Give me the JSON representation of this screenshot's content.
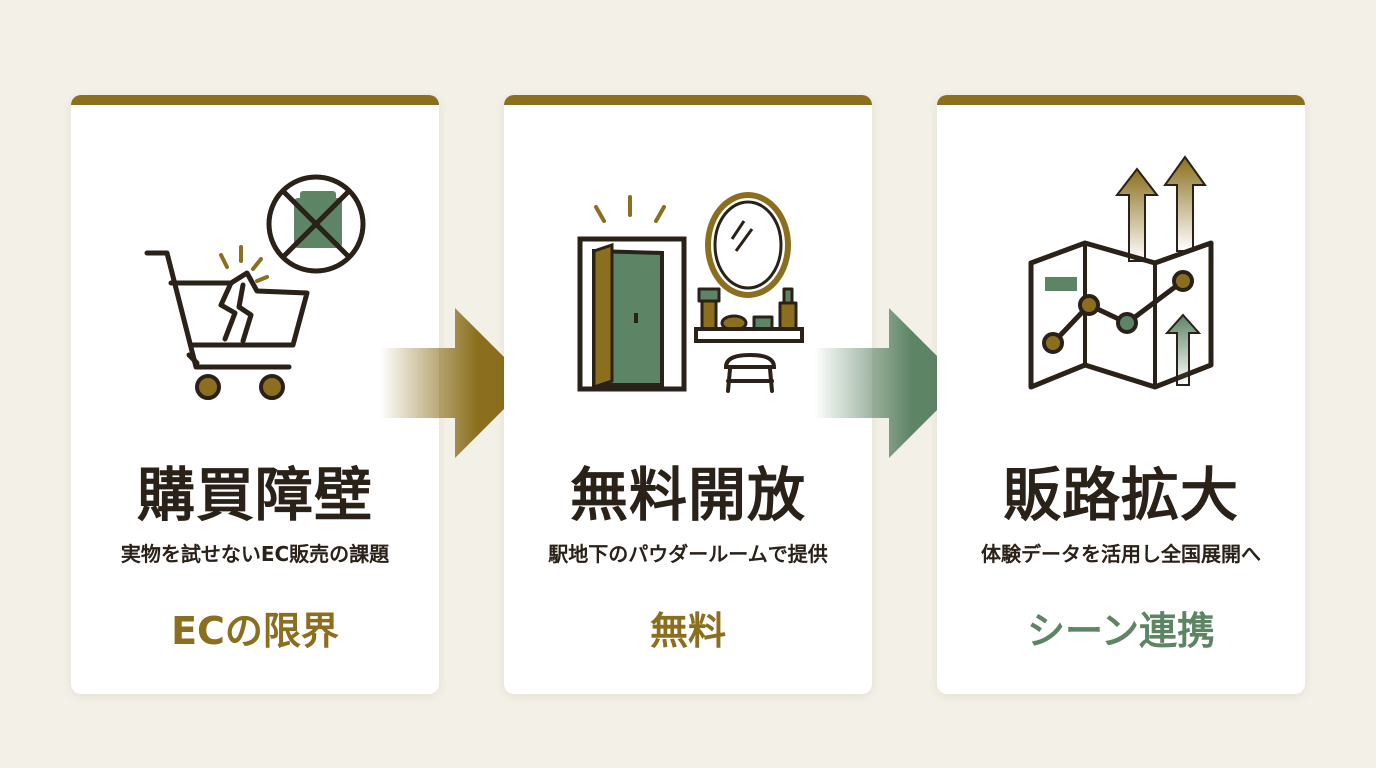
{
  "steps": [
    {
      "title": "購買障壁",
      "subtitle": "実物を試せないEC販売の課題",
      "tag": "ECの限界",
      "tag_color": "#8b6f1e",
      "icon": "broken-cart-icon"
    },
    {
      "title": "無料開放",
      "subtitle": "駅地下のパウダールームで提供",
      "tag": "無料",
      "tag_color": "#8b6f1e",
      "icon": "powder-room-icon"
    },
    {
      "title": "販路拡大",
      "subtitle": "体験データを活用し全国展開へ",
      "tag": "シーン連携",
      "tag_color": "#5e8466",
      "icon": "map-growth-icon"
    }
  ],
  "colors": {
    "gold": "#8b6f1e",
    "green": "#5e8466",
    "ink": "#2a2118",
    "background": "#f3f0e8"
  }
}
